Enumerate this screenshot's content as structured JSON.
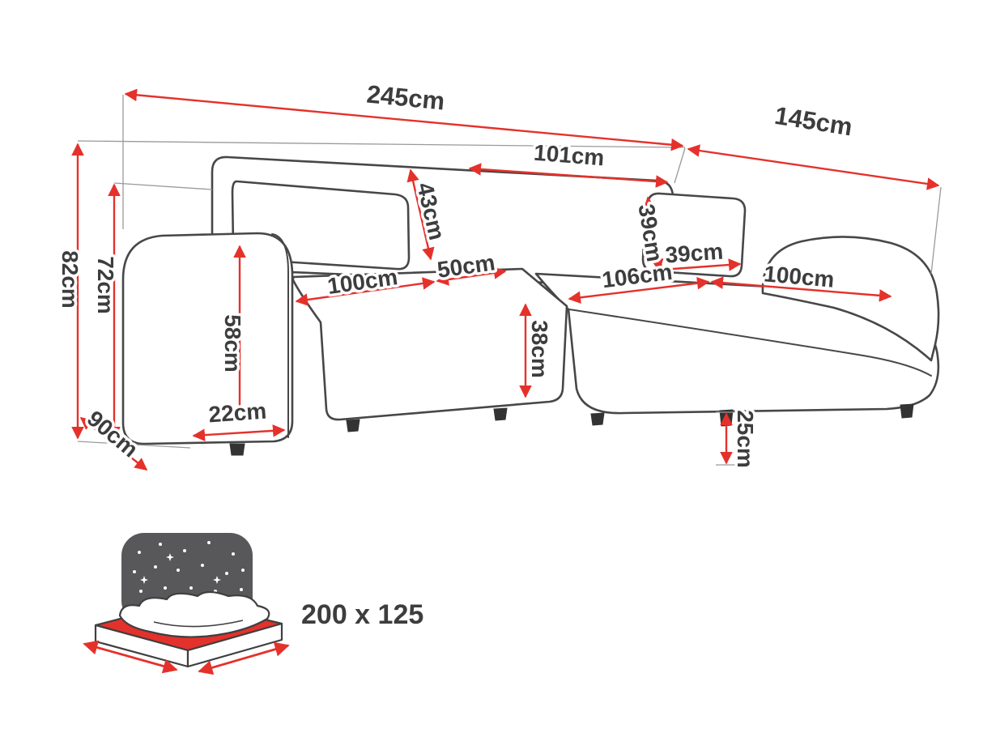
{
  "diagram": {
    "type": "corner-sofa-dimensions",
    "unit": "cm",
    "sofa": {
      "total_width": "245cm",
      "chaise_depth": "145cm",
      "right_back_width": "101cm",
      "backrest_cushion_height": "43cm",
      "pillow_height": "39cm",
      "pillow_width": "39cm",
      "overall_height": "82cm",
      "backrest_height": "72cm",
      "left_seat_width": "100cm",
      "seat_depth": "50cm",
      "corner_seat_width": "106cm",
      "chaise_seat_width": "100cm",
      "armrest_height": "58cm",
      "seat_height": "38cm",
      "armrest_width": "22cm",
      "armrest_depth": "90cm",
      "leg_height": "25cm"
    },
    "sleeping_area": {
      "size": "200 x 125"
    },
    "colors": {
      "dimension_line": "#e5312b",
      "sofa_outline": "#474747",
      "label_text": "#3d3d3d",
      "icon_background": "#58585a",
      "sleeping_surface": "#e5312b"
    }
  }
}
